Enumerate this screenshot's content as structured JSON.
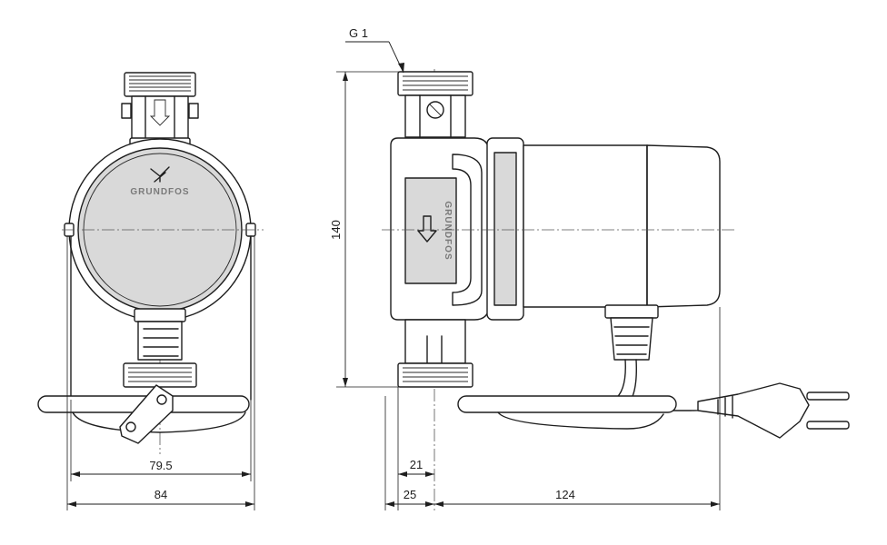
{
  "brand_text": "GRUNDFOS",
  "labels": {
    "thread": "G 1",
    "height": "140",
    "width_inner": "79.5",
    "width_outer": "84",
    "offset_21": "21",
    "offset_25": "25",
    "length": "124"
  },
  "colors": {
    "line": "#1e1e1e",
    "shade": "#d9d9d9",
    "background": "#ffffff"
  }
}
